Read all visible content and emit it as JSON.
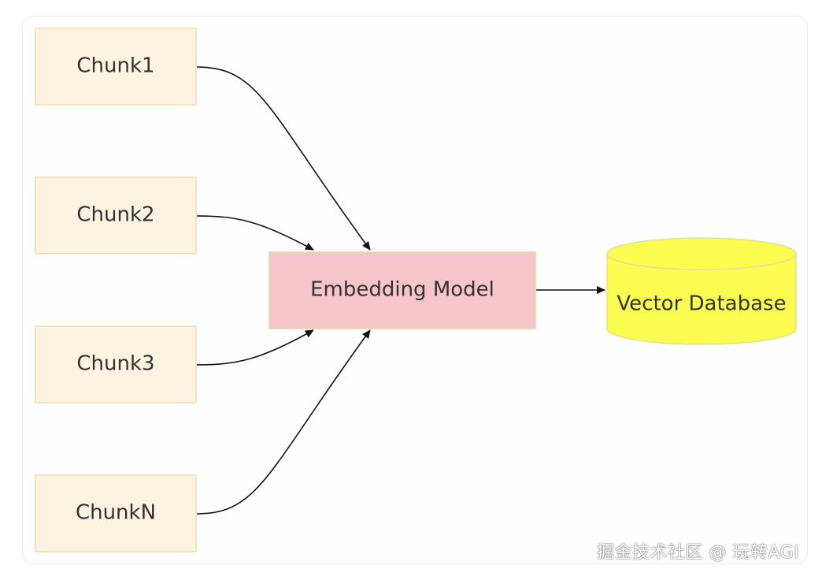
{
  "diagram": {
    "nodes": {
      "chunk1": {
        "label": "Chunk1"
      },
      "chunk2": {
        "label": "Chunk2"
      },
      "chunk3": {
        "label": "Chunk3"
      },
      "chunkN": {
        "label": "ChunkN"
      },
      "embedding_model": {
        "label": "Embedding Model"
      },
      "vector_database": {
        "label": "Vector Database"
      }
    },
    "edges": [
      {
        "from": "Chunk1",
        "to": "Embedding Model"
      },
      {
        "from": "Chunk2",
        "to": "Embedding Model"
      },
      {
        "from": "Chunk3",
        "to": "Embedding Model"
      },
      {
        "from": "ChunkN",
        "to": "Embedding Model"
      },
      {
        "from": "Embedding Model",
        "to": "Vector Database"
      }
    ],
    "colors": {
      "chunk_fill": "#fdf3e1",
      "chunk_stroke": "#efdcb6",
      "model_fill": "#f5c5cb",
      "model_stroke": "#e8d3a8",
      "database_fill": "#fcfc50",
      "database_stroke": "#e0e098",
      "edge": "#111111"
    }
  },
  "watermark": {
    "text": "掘金技术社区 @ 玩转AGI"
  }
}
